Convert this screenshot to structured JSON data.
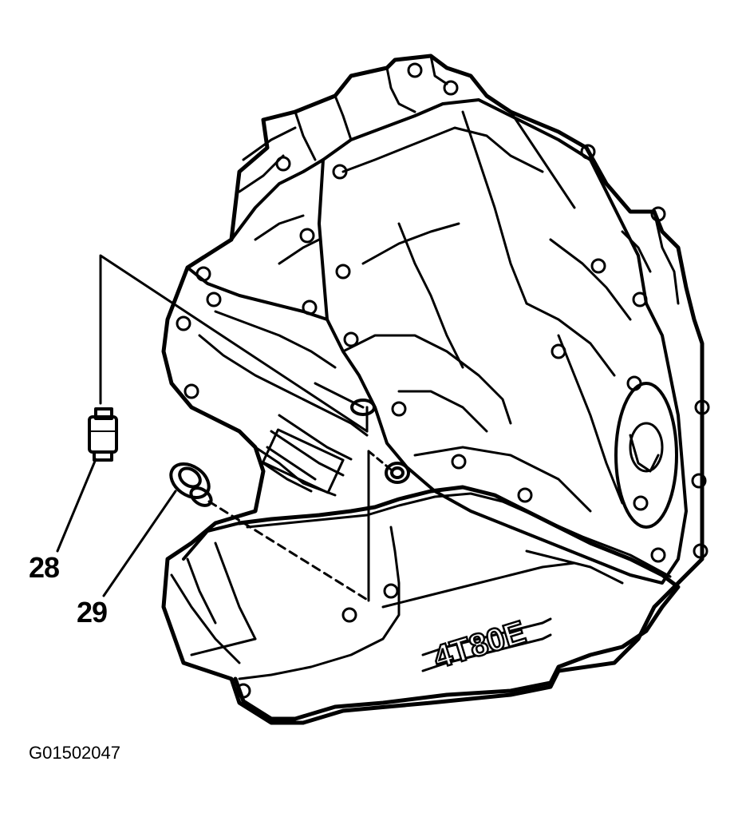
{
  "callouts": {
    "part_28": "28",
    "part_29": "29"
  },
  "figure": {
    "id": "G01502047"
  },
  "pan_casting_text": "4T80E",
  "colors": {
    "ink": "#000000",
    "paper": "#ffffff"
  }
}
